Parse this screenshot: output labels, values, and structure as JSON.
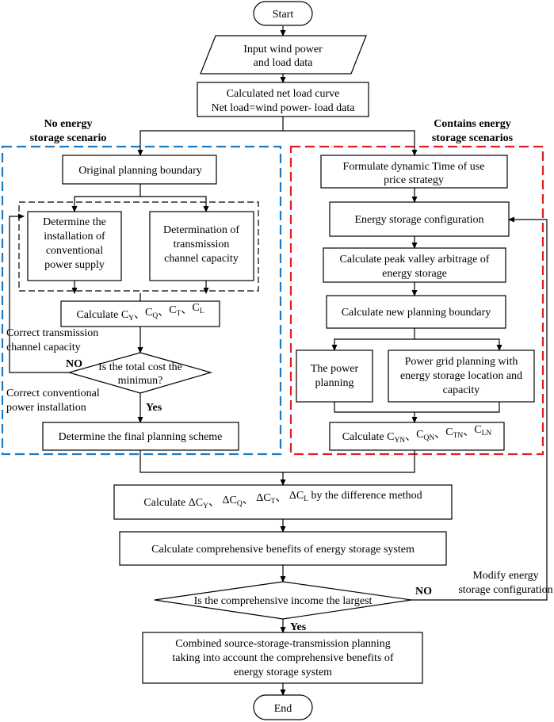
{
  "nodes": {
    "start": "Start",
    "input": [
      "Input wind power",
      "and load data"
    ],
    "netload": [
      "Calculated net load curve",
      "Net load=wind power- load data"
    ],
    "orig_boundary": "Original planning boundary",
    "det_install": [
      "Determine the",
      "installation of",
      "conventional",
      "power supply"
    ],
    "det_channel": [
      "Determination of",
      "transmission",
      "channel capacity"
    ],
    "calc_left": {
      "prefix": "Calculate ",
      "terms": [
        [
          "C",
          "Y"
        ],
        [
          "C",
          "Q"
        ],
        [
          "C",
          "T"
        ],
        [
          "C",
          "L"
        ]
      ]
    },
    "decision_left": [
      "Is the total cost the",
      "minimun?"
    ],
    "final_scheme": "Determine the final planning scheme",
    "tou": [
      "Formulate dynamic Time of use",
      "price strategy"
    ],
    "es_config": "Energy storage configuration",
    "peak_valley": [
      "Calculate peak valley arbitrage of",
      "energy storage"
    ],
    "new_boundary": "Calculate new planning boundary",
    "power_planning": [
      "The power",
      "planning"
    ],
    "grid_planning": [
      "Power grid planning with",
      "energy storage location and",
      "capacity"
    ],
    "calc_right": {
      "prefix": "Calculate ",
      "terms": [
        [
          "C",
          "YN"
        ],
        [
          "C",
          "QN"
        ],
        [
          "C",
          "TN"
        ],
        [
          "C",
          "LN"
        ]
      ]
    },
    "diff": {
      "prefix": "Calculate  ",
      "terms": [
        [
          "ΔC",
          "Y"
        ],
        [
          "ΔC",
          "Q"
        ],
        [
          "ΔC",
          "T"
        ],
        [
          "ΔC",
          "L"
        ]
      ],
      "suffix": " by the difference method"
    },
    "benefits": "Calculate comprehensive benefits of energy storage system",
    "decision_bottom": "Is the comprehensive income the largest",
    "combined": [
      "Combined source-storage-transmission planning",
      "taking into account the comprehensive benefits of",
      "energy storage system"
    ],
    "end": "End"
  },
  "labels": {
    "no_es": [
      "No energy",
      "storage scenario"
    ],
    "contains_es": [
      "Contains energy",
      "storage scenarios"
    ],
    "correct_channel": [
      "Correct transmission",
      "channel capacity"
    ],
    "correct_install": [
      "Correct conventional",
      "power installation"
    ],
    "no_left": "NO",
    "yes_left": "Yes",
    "modify_es": [
      "Modify energy",
      "storage configuration"
    ],
    "no_bottom": "NO",
    "yes_bottom": "Yes"
  },
  "colors": {
    "left_group": "#1f7bc1",
    "right_group": "#e02020",
    "lines": "#000000"
  }
}
